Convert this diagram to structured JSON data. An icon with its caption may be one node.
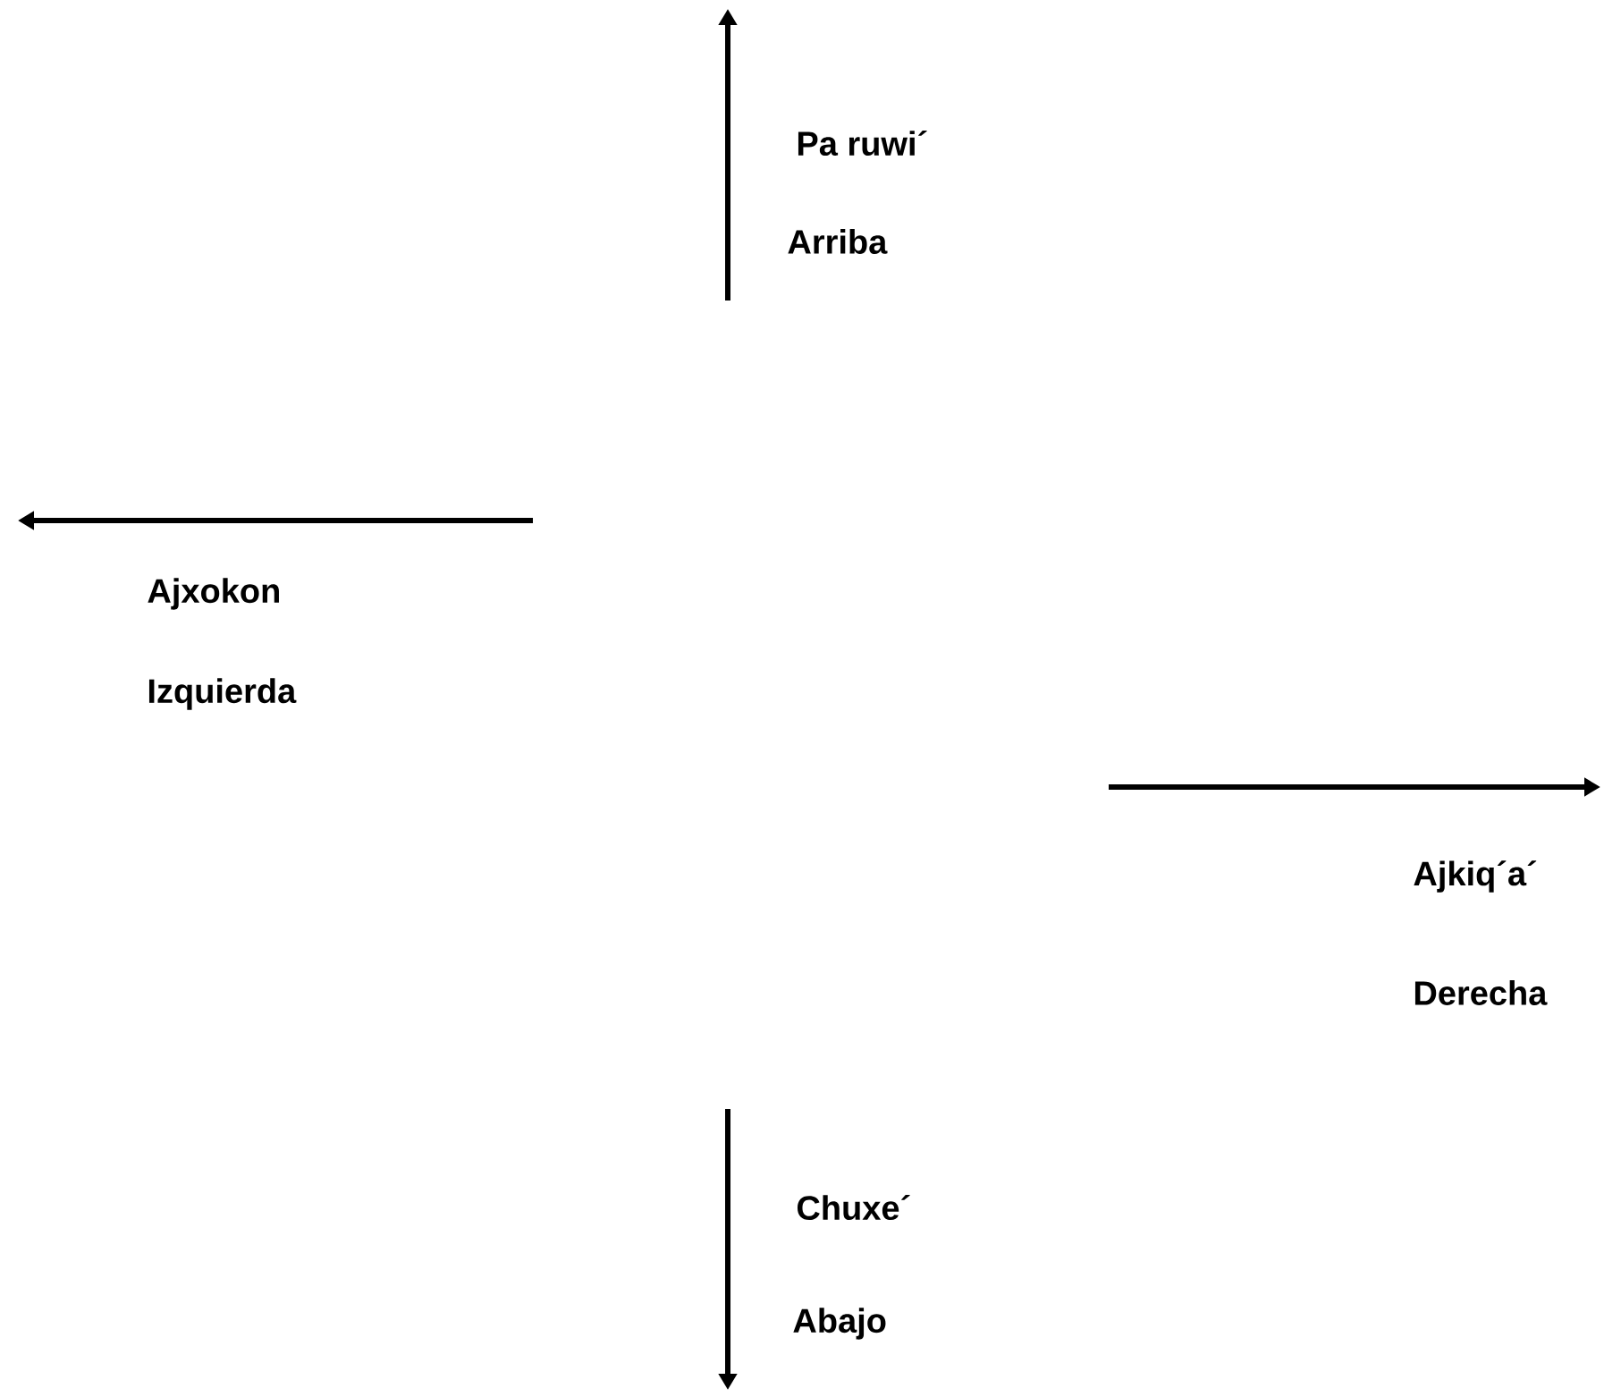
{
  "diagram": {
    "labels": [
      "Pa ruwi´",
      "Arriba",
      "Ajxokon",
      "Izquierda",
      "Ajkiq´a´",
      "Derecha",
      "Chuxe´",
      "Abajo"
    ]
  }
}
